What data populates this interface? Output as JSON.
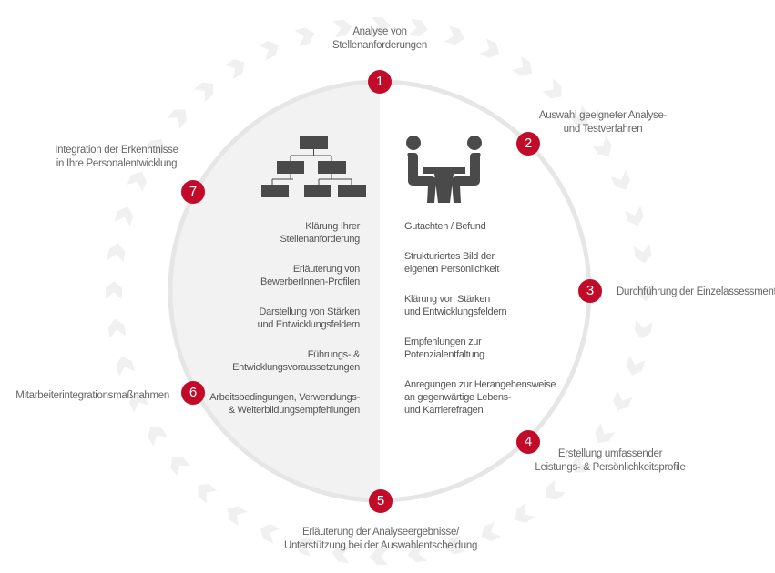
{
  "steps": [
    {
      "number": "1",
      "label": "Analyse von\nStellenanforderungen"
    },
    {
      "number": "2",
      "label": "Auswahl geeigneter Analyse-\nund Testverfahren"
    },
    {
      "number": "3",
      "label": "Durchführung der Einzelassessments"
    },
    {
      "number": "4",
      "label": "Erstellung umfassender\nLeistungs- & Persönlichkeitsprofile"
    },
    {
      "number": "5",
      "label": "Erläuterung der Analyseergebnisse/\nUnterstützung bei der Auswahlentscheidung"
    },
    {
      "number": "6",
      "label": "Mitarbeiterintegrationsmaßnahmen"
    },
    {
      "number": "7",
      "label": "Integration der Erkenntnisse\nin Ihre Personalentwicklung"
    }
  ],
  "left_items": [
    "Klärung Ihrer\nStellenanforderung",
    "Erläuterung von\nBewerberInnen-Profilen",
    "Darstellung von Stärken\nund Entwicklungsfeldern",
    "Führungs- &\nEntwicklungsvoraussetzungen",
    "Arbeitsbedingungen, Verwendungs-\n& Weiterbildungsempfehlungen"
  ],
  "right_items": [
    "Gutachten / Befund",
    "Strukturiertes Bild der\neigenen Persönlichkeit",
    "Klärung von Stärken\nund Entwicklungsfeldern",
    "Empfehlungen zur\nPotenzialentfaltung",
    "Anregungen zur Herangehensweise\nan gegenwärtige Lebens-\nund Karrierefragen"
  ],
  "icons": {
    "left": "org-chart-icon",
    "right": "meeting-table-icon"
  },
  "colors": {
    "accent": "#c10b28",
    "text": "#666666",
    "panel": "#f2f2f2",
    "ring": "#e6e6e6"
  }
}
